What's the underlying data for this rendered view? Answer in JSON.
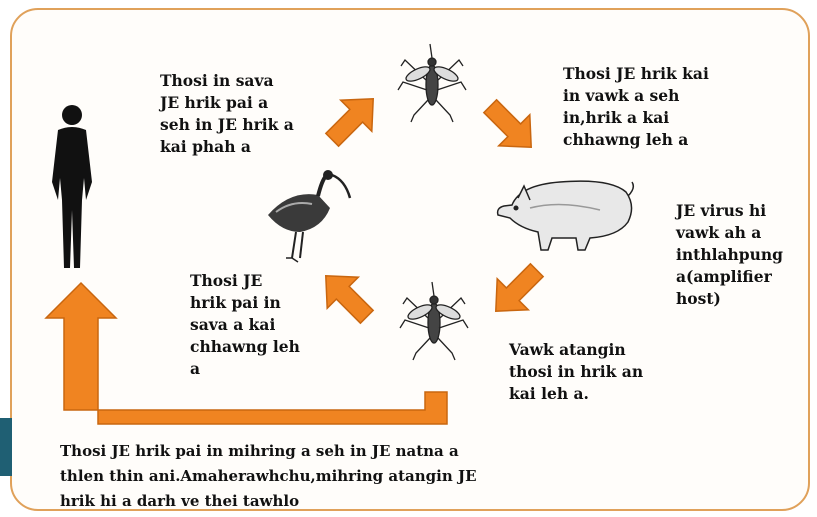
{
  "colors": {
    "arrow_fill": "#f08421",
    "arrow_stroke": "#c9660f",
    "frame_border": "#e0a15a",
    "silhouette": "#111111"
  },
  "icons": {
    "human": "human-silhouette-icon",
    "mosquito_top": "mosquito-icon",
    "mosquito_bottom": "mosquito-icon",
    "bird": "heron-bird-icon",
    "pig": "pig-icon"
  },
  "captions": {
    "top_left": "Thosi in sava\nJE hrik pai a\nseh in JE hrik a\nkai phah a",
    "top_right": "Thosi JE hrik kai\nin vawk a seh\nin,hrik a kai\nchhawng leh a",
    "right": "JE virus hi\nvawk ah a\ninthlahpung\na(amplifier\nhost)",
    "left_mid": "Thosi JE\nhrik pai in\nsava a kai\nchhawng leh\na",
    "lower_right": "Vawk atangin\nthosi in hrik an\nkai leh a.",
    "bottom": "Thosi JE hrik pai in mihring a seh in JE natna a\nthlen thin ani.Amaherawhchu,mihring atangin JE\nhrik hi a darh ve thei tawhlo"
  }
}
